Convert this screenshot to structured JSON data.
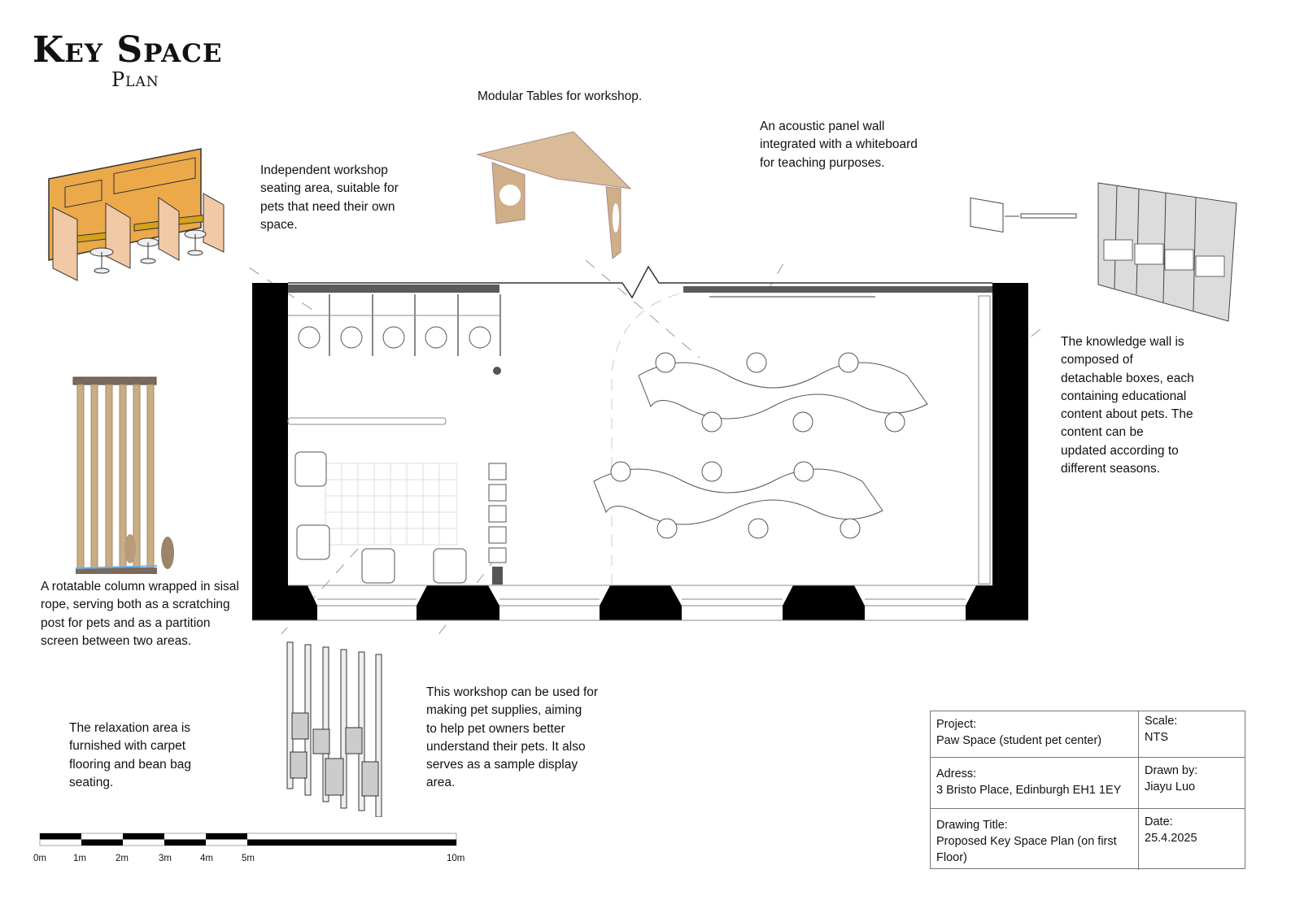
{
  "header": {
    "title": "Key Space",
    "subtitle": "Plan"
  },
  "annotations": {
    "modular_tables": "Modular Tables for workshop.",
    "workshop_seating": "Independent workshop\nseating area, suitable for\npets that need their own\nspace.",
    "acoustic_wall": "An acoustic panel wall\nintegrated with a whiteboard\nfor teaching purposes.",
    "knowledge_wall": "The knowledge wall is\ncomposed of\ndetachable boxes, each\ncontaining educational\ncontent about pets. The\ncontent can be\nupdated according to\ndifferent seasons.",
    "rotatable_column": "A rotatable column wrapped in sisal\nrope, serving both as a scratching\npost for pets and as a partition\nscreen between two areas.",
    "relaxation_area": "The relaxation area is\nfurnished with carpet\nflooring and bean bag\nseating.",
    "workshop_use": "This workshop can be used for\nmaking pet supplies, aiming\nto help pet owners better\nunderstand their pets. It also\nserves as a sample display\narea."
  },
  "scale_bar": {
    "labels": [
      "0m",
      "1m",
      "2m",
      "3m",
      "4m",
      "5m",
      "10m"
    ]
  },
  "title_block": {
    "project_label": "Project:",
    "project_value": "Paw Space (student pet center)",
    "scale_label": "Scale:",
    "scale_value": "NTS",
    "address_label": "Adress:",
    "address_value": "3 Bristo Place, Edinburgh  EH1 1EY",
    "drawn_by_label": "Drawn by:",
    "drawn_by_value": "Jiayu Luo",
    "drawing_title_label": "Drawing Title:",
    "drawing_title_value": "Proposed Key Space Plan (on first Floor)",
    "date_label": "Date:",
    "date_value": "25.4.2025"
  },
  "colors": {
    "wall": "#000000",
    "wood": "#e8b34a",
    "plywood": "#d8bd9a",
    "sisal": "#c9ad85",
    "panel_gray": "#5a5a5a"
  }
}
